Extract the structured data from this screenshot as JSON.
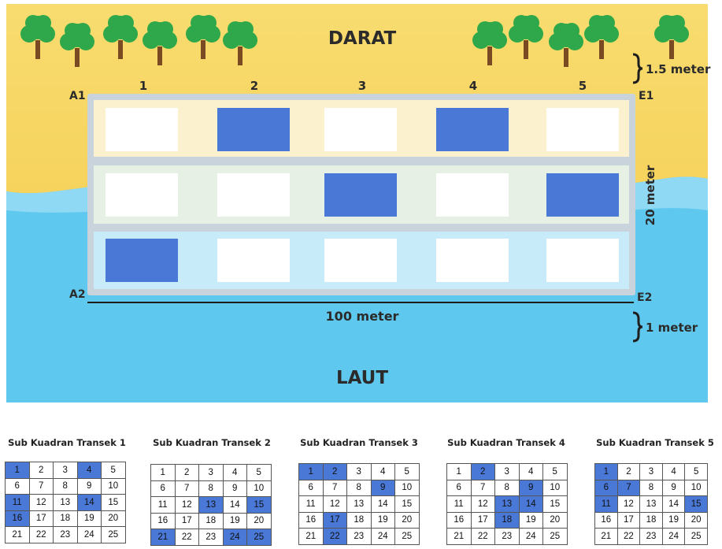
{
  "scene": {
    "land_label": "DARAT",
    "sea_label": "LAUT",
    "top_spacing_label": "1.5 meter",
    "bottom_spacing_label": "1 meter",
    "height_label": "20 meter",
    "width_label": "100 meter",
    "corner_labels": {
      "top_left": "A1",
      "top_right": "E1",
      "bottom_left": "A2",
      "bottom_right": "E2"
    },
    "column_numbers": [
      "1",
      "2",
      "3",
      "4",
      "5"
    ],
    "quadrant_rows": [
      [
        false,
        true,
        false,
        true,
        false
      ],
      [
        false,
        false,
        true,
        false,
        true
      ],
      [
        true,
        false,
        false,
        false,
        false
      ]
    ],
    "colors": {
      "sand": "#f7d96a",
      "sea": "#5fc8ee",
      "sea_light": "#bfe8f7",
      "frame": "#c9d3dc",
      "highlight": "#4a78d6",
      "tree": "#2ea84a",
      "trunk": "#7a4a22"
    }
  },
  "transects": [
    {
      "title": "Sub Kuadran Transek 1",
      "rows": [
        [
          "1",
          "2",
          "3",
          "4",
          "5"
        ],
        [
          "6",
          "7",
          "8",
          "9",
          "10"
        ],
        [
          "11",
          "12",
          "13",
          "14",
          "15"
        ],
        [
          "16",
          "17",
          "18",
          "19",
          "20"
        ],
        [
          "21",
          "22",
          "23",
          "24",
          "25"
        ]
      ],
      "highlighted": [
        "1",
        "4",
        "11",
        "14",
        "16"
      ]
    },
    {
      "title": "Sub Kuadran Transek 2",
      "rows": [
        [
          "1",
          "2",
          "3",
          "4",
          "5"
        ],
        [
          "6",
          "7",
          "8",
          "9",
          "10"
        ],
        [
          "11",
          "12",
          "13",
          "14",
          "15"
        ],
        [
          "16",
          "17",
          "18",
          "19",
          "20"
        ],
        [
          "21",
          "22",
          "23",
          "24",
          "25"
        ]
      ],
      "highlighted": [
        "13",
        "15",
        "21",
        "24",
        "25"
      ]
    },
    {
      "title": "Sub Kuadran Transek 3",
      "rows": [
        [
          "1",
          "2",
          "3",
          "4",
          "5"
        ],
        [
          "6",
          "7",
          "8",
          "9",
          "10"
        ],
        [
          "11",
          "12",
          "13",
          "14",
          "15"
        ],
        [
          "16",
          "17",
          "18",
          "19",
          "20"
        ],
        [
          "21",
          "22",
          "23",
          "24",
          "25"
        ]
      ],
      "highlighted": [
        "1",
        "2",
        "9",
        "17",
        "22"
      ]
    },
    {
      "title": "Sub Kuadran Transek 4",
      "rows": [
        [
          "1",
          "2",
          "3",
          "4",
          "5"
        ],
        [
          "6",
          "7",
          "8",
          "9",
          "10"
        ],
        [
          "11",
          "12",
          "13",
          "14",
          "15"
        ],
        [
          "16",
          "17",
          "18",
          "19",
          "20"
        ],
        [
          "21",
          "22",
          "23",
          "24",
          "25"
        ]
      ],
      "highlighted": [
        "2",
        "9",
        "13",
        "14",
        "18"
      ]
    },
    {
      "title": "Sub Kuadran Transek 5",
      "rows": [
        [
          "1",
          "2",
          "3",
          "4",
          "5"
        ],
        [
          "6",
          "7",
          "8",
          "9",
          "10"
        ],
        [
          "11",
          "12",
          "13",
          "14",
          "15"
        ],
        [
          "16",
          "17",
          "18",
          "19",
          "20"
        ],
        [
          "21",
          "22",
          "23",
          "24",
          "25"
        ]
      ],
      "highlighted": [
        "1",
        "6",
        "7",
        "11",
        "15"
      ]
    }
  ]
}
